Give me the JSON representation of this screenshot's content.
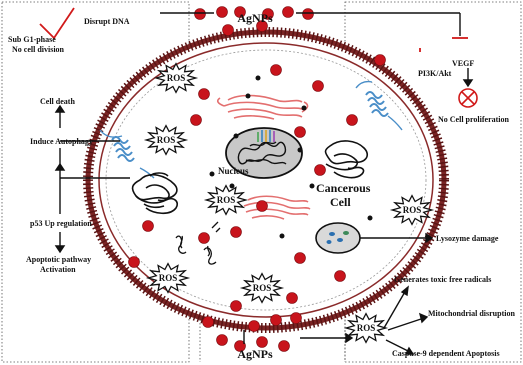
{
  "labels": {
    "agnps_top": "AgNPs",
    "agnps_bottom": "AgNPs",
    "sub_g1": "Sub G1-phase",
    "no_cell_division": "No cell division",
    "disrupt_dna": "Disrupt DNA",
    "vegf": "VEGF",
    "pi3k": "PI3K/Akt",
    "no_prolif": "No Cell proliferation",
    "cell_death": "Cell death",
    "induce_autophagy": "Induce Autophagy",
    "p53": "p53 Up regulation",
    "apoptotic_1": "Apoptotic pathway",
    "apoptotic_2": "Activation",
    "nucleus": "Nucleus",
    "cancerous_1": "Cancerous",
    "cancerous_2": "Cell",
    "lysozyme": "Lysozyme damage",
    "toxic_radicals": "Generates toxic free radicals",
    "mito": "Mitochondrial disruption",
    "caspase": "Caspase-9 dependent Apoptosis",
    "ros": "ROS"
  },
  "colors": {
    "particle": "#c8141c",
    "membrane": "#7a2424",
    "inhibit": "#d11a1a",
    "receptor": "#4a8ec8",
    "er": "#e36f6f",
    "chromatin": "#111111"
  }
}
